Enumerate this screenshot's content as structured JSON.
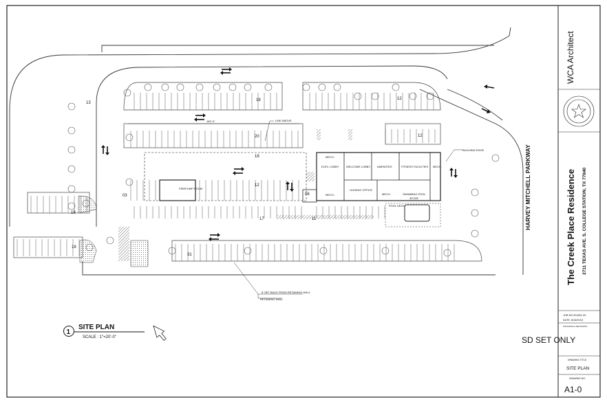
{
  "drawing": {
    "title": "SITE PLAN",
    "number": "1",
    "scale": "SCALE : 1\"=20'-0\"",
    "road": "HARVEY MITCHELL PARKWAY",
    "rooms": {
      "welcome_lobby": "WELCOME LOBBY",
      "amenities": "AMENITIES",
      "fitness": "FITNESS FACILITIES",
      "mech1": "MECH.",
      "mech2": "MECH.",
      "mech3": "MECH.",
      "mech4": "MECH.",
      "elev_lobby": "ELEV. LOBBY",
      "leasing": "LEASING OFFICE",
      "pool": "SWIMMING POOL",
      "pool_size": "30'X25'",
      "pool_deck": "POOL DECK",
      "firepump": "FIREPUMP ROOM"
    },
    "callouts": {
      "line_above": "LINE ABOVE",
      "building_edge": "BUILDING EDGE",
      "setback": "8' SET BACK FROM RETAINING WALL",
      "retaining_wall": "RETAINING WALL"
    },
    "parking_counts": {
      "c13": "13",
      "c18a": "18",
      "c12a": "12",
      "c20": "20",
      "c18b": "18",
      "c12b": "12",
      "c12c": "12",
      "c03": "03",
      "c06": "06",
      "c19": "19",
      "c17": "17",
      "c11": "11",
      "c18c": "18",
      "c31": "31"
    },
    "dimension": "160'-0\""
  },
  "title_block": {
    "firm": "WCA Architect",
    "project_name": "The Creek Place Residence",
    "address": "2711 TEXAS AVE. S. COLLEGE STATION, TX 77840",
    "job_no": "JOB NO:201801-00",
    "date": "DATE: 8/16/2018",
    "revisions": "ISSUANCE & REVISIONS",
    "set_status": "SD SET ONLY",
    "drawing_title_label": "DRAWING TITLE",
    "drawing_title": "SITE PLAN",
    "drawing_no_label": "DRAWING NO.",
    "drawing_no": "A1-0"
  }
}
